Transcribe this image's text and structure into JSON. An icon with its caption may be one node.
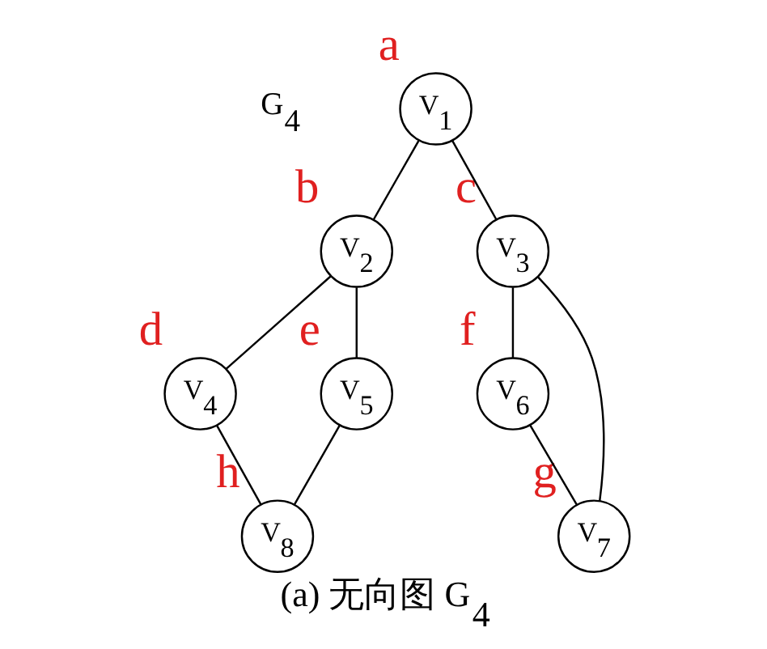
{
  "diagram": {
    "caption": "(a) 无向图 G$_{4}$",
    "nodes": [
      {
        "text": [
          "V$_{1}$"
        ],
        "beside": [
          "a"
        ]
      },
      {
        "text": [
          "V$_{2}$"
        ],
        "beside": [
          "b"
        ]
      },
      {
        "text": [
          "V$_{3}$"
        ],
        "beside": [
          "c"
        ]
      },
      {
        "text": [
          "V$_{4}$"
        ],
        "beside": [
          "d"
        ]
      },
      {
        "text": [
          "V$_{5}$"
        ],
        "beside": [
          "e"
        ]
      },
      {
        "text": [
          "V$_{6}$"
        ],
        "beside": [
          "f"
        ]
      },
      {
        "text": [
          "V$_{7}$"
        ],
        "beside": [
          "g"
        ]
      },
      {
        "text": [
          "V$_{8}$"
        ],
        "beside": [
          "h"
        ]
      }
    ],
    "edges": [
      {
        "from": 0,
        "to": 1,
        "arrow": "none"
      },
      {
        "from": 0,
        "to": 2,
        "arrow": "none"
      },
      {
        "from": 1,
        "to": 3,
        "arrow": "none"
      },
      {
        "from": 1,
        "to": 4,
        "arrow": "none"
      },
      {
        "from": 3,
        "to": 7,
        "arrow": "none"
      },
      {
        "from": 4,
        "to": 7,
        "arrow": "none"
      },
      {
        "from": 2,
        "to": 5,
        "arrow": "none"
      },
      {
        "from": 2,
        "to": 6,
        "arrow": "none"
      },
      {
        "from": 5,
        "to": 6,
        "arrow": "none"
      }
    ],
    "labels": [
      "G$_{4}$"
    ]
  }
}
